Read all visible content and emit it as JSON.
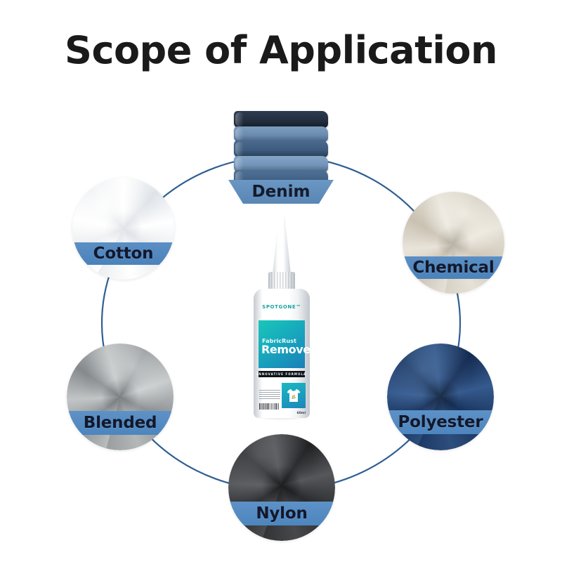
{
  "page": {
    "title": "Scope of Application",
    "background_color": "#ffffff",
    "accent_color": "#4d85be",
    "title_color": "#1a1a1a",
    "connector_color": "#2f5f93"
  },
  "nodes": [
    {
      "id": "denim",
      "label": "Denim",
      "fabric": "stacked-folded-denim",
      "banner_color": "#5986b4",
      "position": "top"
    },
    {
      "id": "chemical",
      "label": "Chemical",
      "fabric": "beige-swirled-fabric",
      "banner_color": "#4b82bb",
      "position": "top-right"
    },
    {
      "id": "polyester",
      "label": "Polyester",
      "fabric": "navy-swirled-fabric",
      "banner_color": "#4d85be",
      "position": "bottom-right"
    },
    {
      "id": "nylon",
      "label": "Nylon",
      "fabric": "charcoal-swirled-fabric",
      "banner_color": "#4d85be",
      "position": "bottom"
    },
    {
      "id": "blended",
      "label": "Blended",
      "fabric": "gray-swirled-fabric",
      "banner_color": "#4d85be",
      "position": "bottom-left"
    },
    {
      "id": "cotton",
      "label": "Cotton",
      "fabric": "white-swirled-fabric",
      "banner_color": "#4b82bb",
      "position": "top-left"
    }
  ],
  "product": {
    "brand": "SPOTGONE™",
    "name_line1": "FabricRust",
    "name_line2": "Remover",
    "formula_tagline": "INNOVATIVE FORMULA",
    "net_volume": "60ml",
    "label_gradient_start": "#18c7b8",
    "label_gradient_end": "#1b7fb8",
    "bottle_color": "#ffffff",
    "shirt_graphic": "tshirt-with-stains-icon"
  }
}
